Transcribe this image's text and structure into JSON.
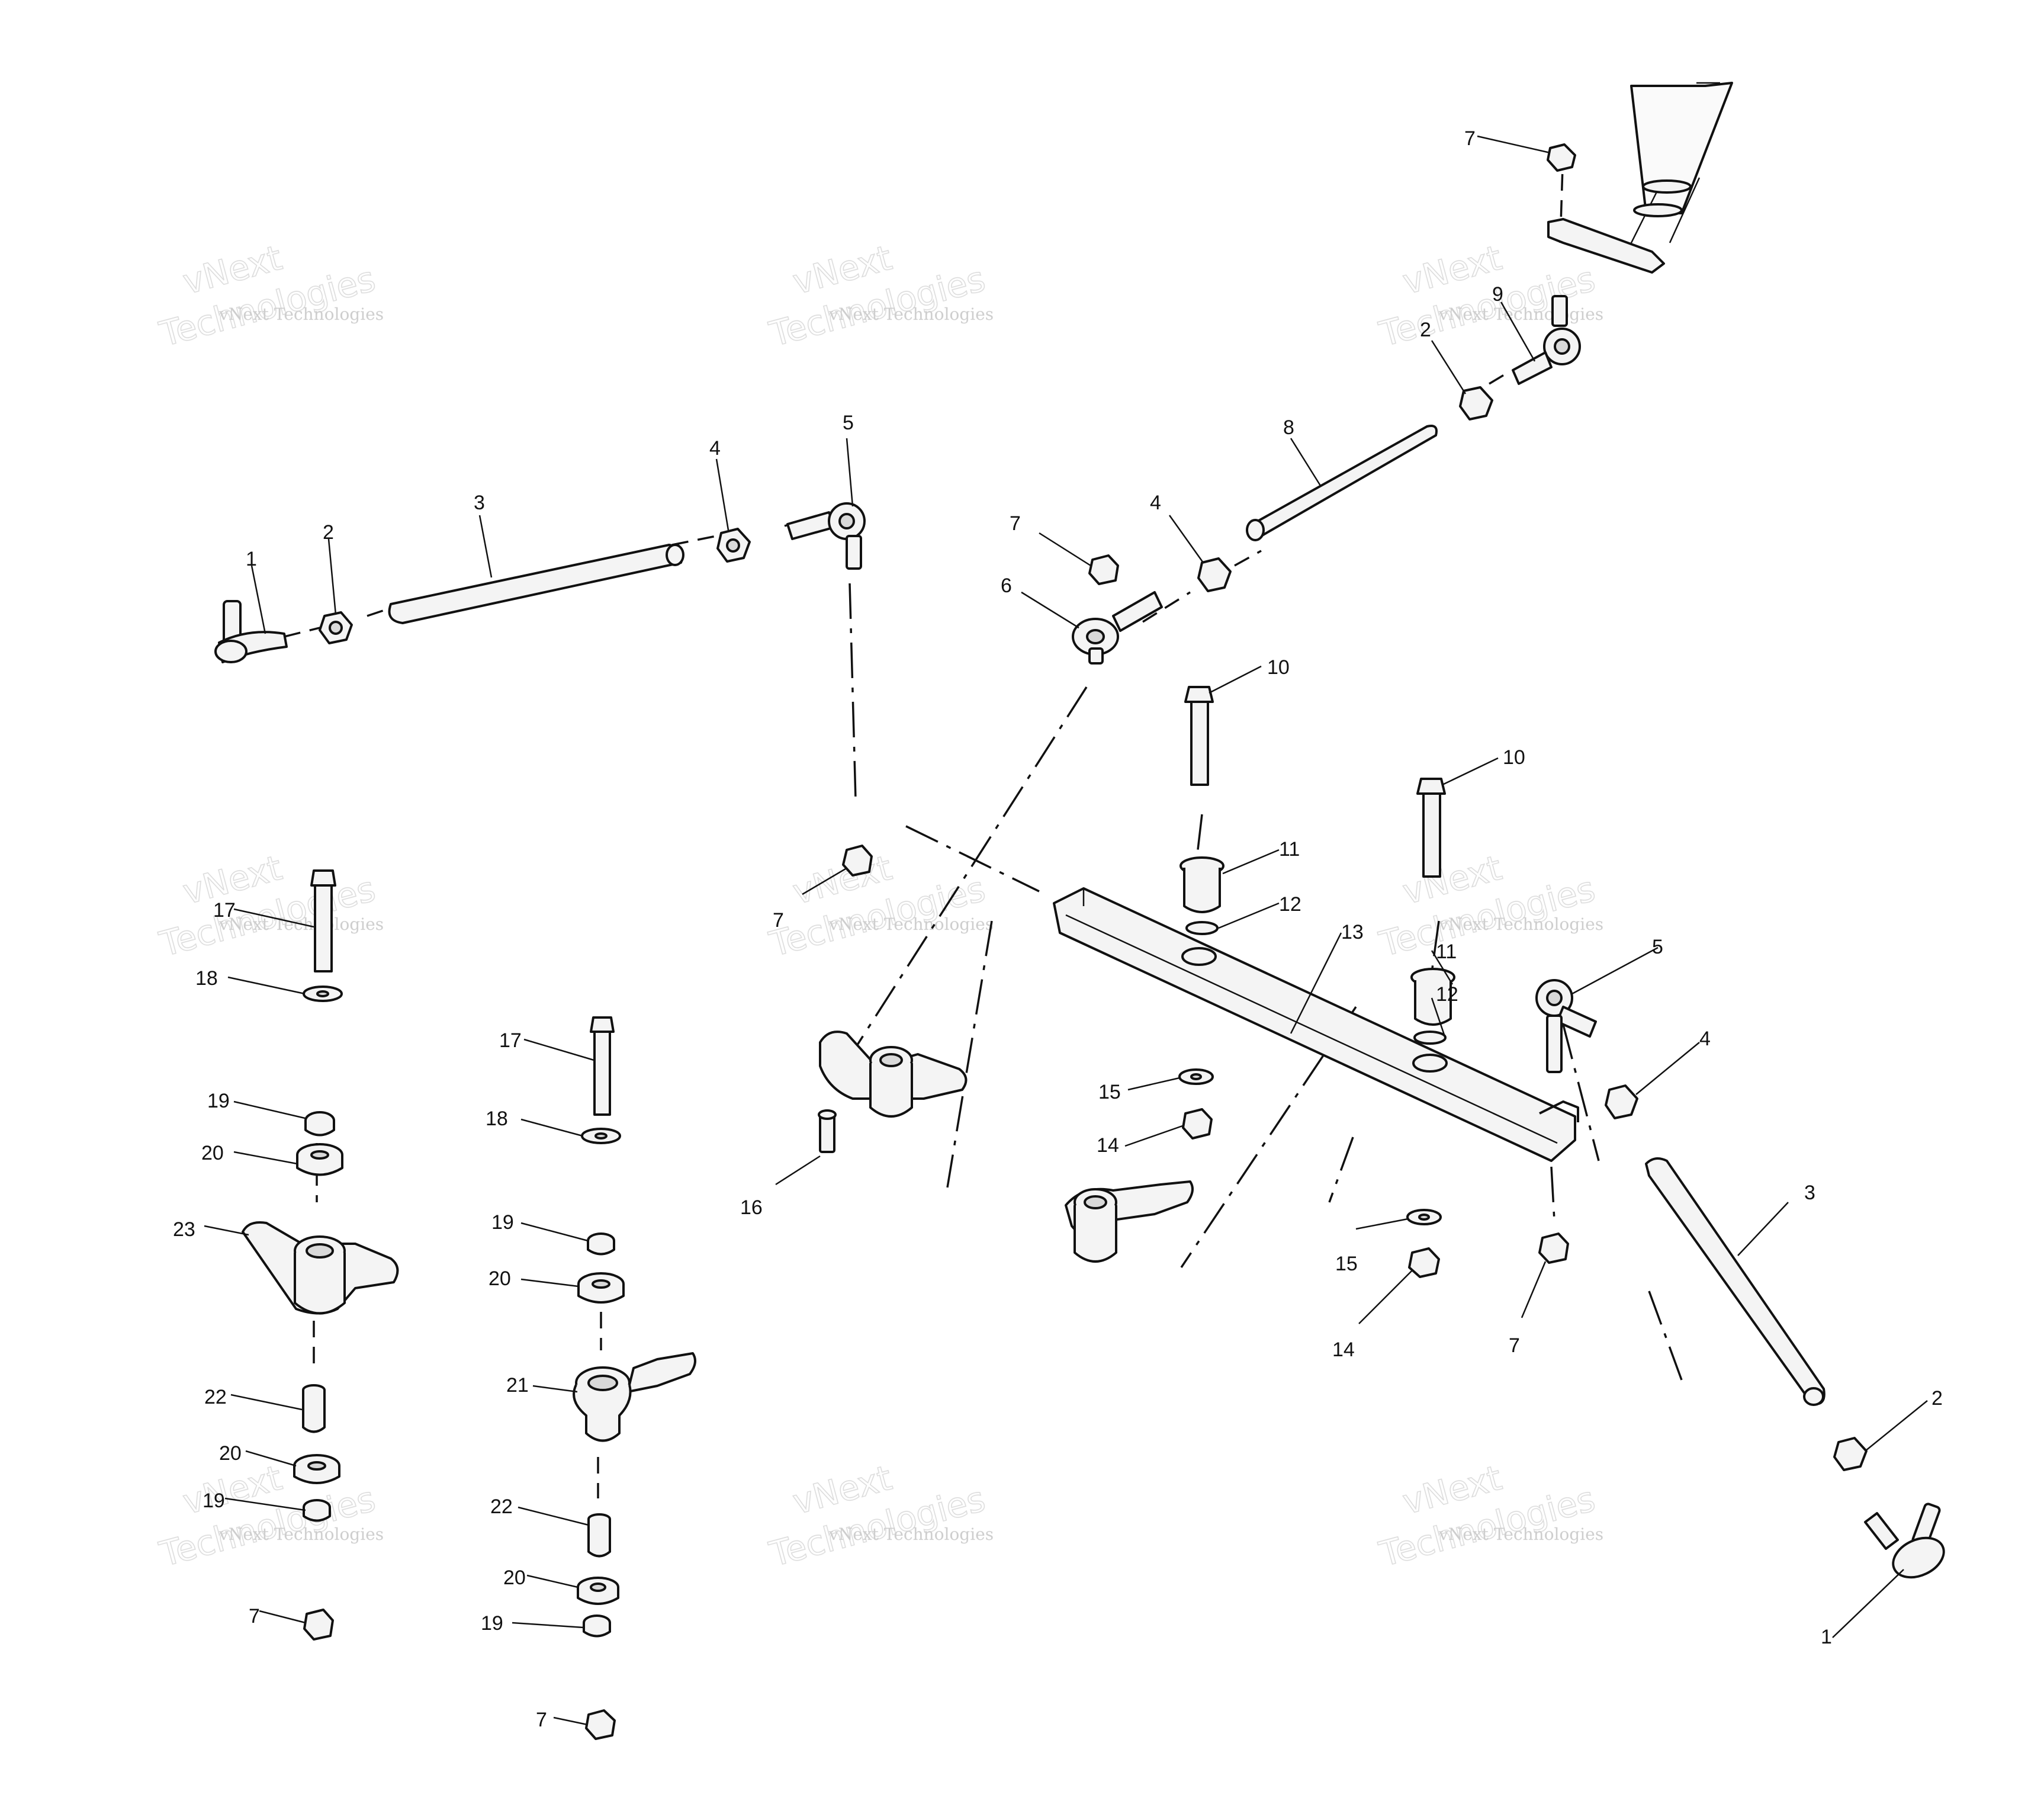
{
  "watermark": {
    "line1": "vNext",
    "line2": "Technologies",
    "small": "vNext Technologies"
  },
  "callouts": [
    {
      "id": "c1a",
      "text": "1"
    },
    {
      "id": "c2a",
      "text": "2"
    },
    {
      "id": "c3a",
      "text": "3"
    },
    {
      "id": "c4a",
      "text": "4"
    },
    {
      "id": "c5a",
      "text": "5"
    },
    {
      "id": "c7a",
      "text": "7"
    },
    {
      "id": "c9",
      "text": "9"
    },
    {
      "id": "c2b",
      "text": "2"
    },
    {
      "id": "c8",
      "text": "8"
    },
    {
      "id": "c4b",
      "text": "4"
    },
    {
      "id": "c7b",
      "text": "7"
    },
    {
      "id": "c6",
      "text": "6"
    },
    {
      "id": "c10a",
      "text": "10"
    },
    {
      "id": "c10b",
      "text": "10"
    },
    {
      "id": "c11a",
      "text": "11"
    },
    {
      "id": "c12a",
      "text": "12"
    },
    {
      "id": "c13",
      "text": "13"
    },
    {
      "id": "c11b",
      "text": "11"
    },
    {
      "id": "c12b",
      "text": "12"
    },
    {
      "id": "c7c",
      "text": "7"
    },
    {
      "id": "c5b",
      "text": "5"
    },
    {
      "id": "c4c",
      "text": "4"
    },
    {
      "id": "c3b",
      "text": "3"
    },
    {
      "id": "c2c",
      "text": "2"
    },
    {
      "id": "c1b",
      "text": "1"
    },
    {
      "id": "c15a",
      "text": "15"
    },
    {
      "id": "c14a",
      "text": "14"
    },
    {
      "id": "c16",
      "text": "16"
    },
    {
      "id": "c15b",
      "text": "15"
    },
    {
      "id": "c14b",
      "text": "14"
    },
    {
      "id": "c7d",
      "text": "7"
    },
    {
      "id": "c17a",
      "text": "17"
    },
    {
      "id": "c18a",
      "text": "18"
    },
    {
      "id": "c19a",
      "text": "19"
    },
    {
      "id": "c20a",
      "text": "20"
    },
    {
      "id": "c23",
      "text": "23"
    },
    {
      "id": "c22a",
      "text": "22"
    },
    {
      "id": "c20b",
      "text": "20"
    },
    {
      "id": "c19b",
      "text": "19"
    },
    {
      "id": "c7e",
      "text": "7"
    },
    {
      "id": "c17b",
      "text": "17"
    },
    {
      "id": "c18b",
      "text": "18"
    },
    {
      "id": "c19c",
      "text": "19"
    },
    {
      "id": "c20c",
      "text": "20"
    },
    {
      "id": "c21",
      "text": "21"
    },
    {
      "id": "c22b",
      "text": "22"
    },
    {
      "id": "c20d",
      "text": "20"
    },
    {
      "id": "c19d",
      "text": "19"
    },
    {
      "id": "c7f",
      "text": "7"
    }
  ]
}
